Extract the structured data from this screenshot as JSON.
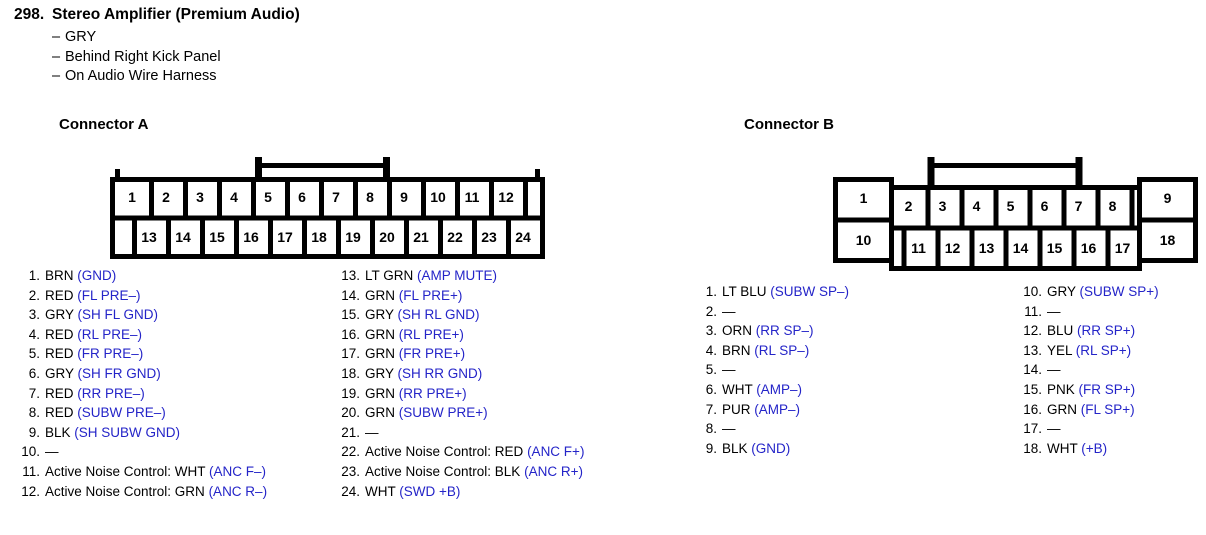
{
  "header": {
    "entry_number": "298.",
    "title": "Stereo Amplifier (Premium Audio)",
    "details": [
      "GRY",
      "Behind Right Kick Panel",
      "On Audio Wire Harness"
    ],
    "dash_glyph": "–"
  },
  "colors": {
    "signal_blue": "#2424c8",
    "text_black": "#000000",
    "background": "#ffffff"
  },
  "connectors": [
    {
      "id": "A",
      "title": "Connector A",
      "pin_count": 24,
      "top_row_labels": [
        "1",
        "2",
        "3",
        "4",
        "5",
        "6",
        "7",
        "8",
        "9",
        "10",
        "11",
        "12"
      ],
      "bottom_row_labels": [
        "13",
        "14",
        "15",
        "16",
        "17",
        "18",
        "19",
        "20",
        "21",
        "22",
        "23",
        "24"
      ],
      "pins": [
        {
          "no": "1.",
          "wire": "BRN",
          "signal": "(GND)"
        },
        {
          "no": "2.",
          "wire": "RED",
          "signal": "(FL PRE–)"
        },
        {
          "no": "3.",
          "wire": "GRY",
          "signal": "(SH FL GND)"
        },
        {
          "no": "4.",
          "wire": "RED",
          "signal": "(RL PRE–)"
        },
        {
          "no": "5.",
          "wire": "RED",
          "signal": "(FR PRE–)"
        },
        {
          "no": "6.",
          "wire": "GRY",
          "signal": "(SH FR GND)"
        },
        {
          "no": "7.",
          "wire": "RED",
          "signal": "(RR PRE–)"
        },
        {
          "no": "8.",
          "wire": "RED",
          "signal": "(SUBW PRE–)"
        },
        {
          "no": "9.",
          "wire": "BLK",
          "signal": "(SH SUBW GND)"
        },
        {
          "no": "10.",
          "wire": "—",
          "signal": ""
        },
        {
          "no": "11.",
          "wire": "Active Noise Control: WHT",
          "signal": "(ANC F–)"
        },
        {
          "no": "12.",
          "wire": "Active Noise Control: GRN",
          "signal": "(ANC R–)"
        },
        {
          "no": "13.",
          "wire": "LT GRN",
          "signal": "(AMP MUTE)"
        },
        {
          "no": "14.",
          "wire": "GRN",
          "signal": "(FL PRE+)"
        },
        {
          "no": "15.",
          "wire": "GRY",
          "signal": "(SH RL GND)"
        },
        {
          "no": "16.",
          "wire": "GRN",
          "signal": "(RL PRE+)"
        },
        {
          "no": "17.",
          "wire": "GRN",
          "signal": "(FR PRE+)"
        },
        {
          "no": "18.",
          "wire": "GRY",
          "signal": "(SH RR GND)"
        },
        {
          "no": "19.",
          "wire": "GRN",
          "signal": "(RR PRE+)"
        },
        {
          "no": "20.",
          "wire": "GRN",
          "signal": "(SUBW PRE+)"
        },
        {
          "no": "21.",
          "wire": "—",
          "signal": ""
        },
        {
          "no": "22.",
          "wire": "Active Noise Control: RED",
          "signal": "(ANC F+)"
        },
        {
          "no": "23.",
          "wire": "Active Noise Control: BLK",
          "signal": "(ANC R+)"
        },
        {
          "no": "24.",
          "wire": "WHT",
          "signal": "(SWD +B)"
        }
      ]
    },
    {
      "id": "B",
      "title": "Connector B",
      "pin_count": 18,
      "top_row_labels": [
        "1",
        "2",
        "3",
        "4",
        "5",
        "6",
        "7",
        "8",
        "9"
      ],
      "bottom_row_labels": [
        "10",
        "11",
        "12",
        "13",
        "14",
        "15",
        "16",
        "17",
        "18"
      ],
      "pins": [
        {
          "no": "1.",
          "wire": "LT BLU",
          "signal": "(SUBW SP–)"
        },
        {
          "no": "2.",
          "wire": "—",
          "signal": ""
        },
        {
          "no": "3.",
          "wire": "ORN",
          "signal": "(RR SP–)"
        },
        {
          "no": "4.",
          "wire": "BRN",
          "signal": "(RL SP–)"
        },
        {
          "no": "5.",
          "wire": "—",
          "signal": ""
        },
        {
          "no": "6.",
          "wire": "WHT",
          "signal": "(AMP–)"
        },
        {
          "no": "7.",
          "wire": "PUR",
          "signal": "(AMP–)"
        },
        {
          "no": "8.",
          "wire": "—",
          "signal": ""
        },
        {
          "no": "9.",
          "wire": "BLK",
          "signal": "(GND)"
        },
        {
          "no": "10.",
          "wire": "GRY",
          "signal": "(SUBW SP+)"
        },
        {
          "no": "11.",
          "wire": "—",
          "signal": ""
        },
        {
          "no": "12.",
          "wire": "BLU",
          "signal": "(RR SP+)"
        },
        {
          "no": "13.",
          "wire": "YEL",
          "signal": "(RL SP+)"
        },
        {
          "no": "14.",
          "wire": "—",
          "signal": ""
        },
        {
          "no": "15.",
          "wire": "PNK",
          "signal": "(FR SP+)"
        },
        {
          "no": "16.",
          "wire": "GRN",
          "signal": "(FL SP+)"
        },
        {
          "no": "17.",
          "wire": "—",
          "signal": ""
        },
        {
          "no": "18.",
          "wire": "WHT",
          "signal": "(+B)"
        }
      ]
    }
  ]
}
